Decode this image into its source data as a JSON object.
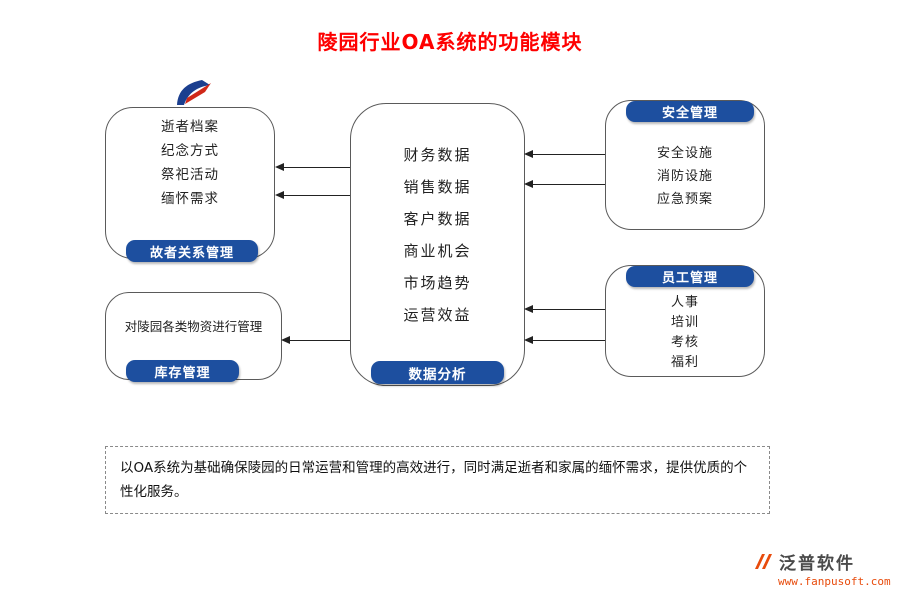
{
  "title": "陵园行业OA系统的功能模块",
  "deceased_box": {
    "items": [
      "逝者档案",
      "纪念方式",
      "祭祀活动",
      "缅怀需求"
    ],
    "label": "故者关系管理"
  },
  "inventory_box": {
    "text": "对陵园各类物资进行管理",
    "label": "库存管理"
  },
  "center_box": {
    "items": [
      "财务数据",
      "销售数据",
      "客户数据",
      "商业机会",
      "市场趋势",
      "运营效益"
    ],
    "label": "数据分析"
  },
  "safety_box": {
    "label": "安全管理",
    "items": [
      "安全设施",
      "消防设施",
      "应急预案"
    ]
  },
  "staff_box": {
    "label": "员工管理",
    "items": [
      "人事",
      "培训",
      "考核",
      "福利"
    ]
  },
  "note": "以OA系统为基础确保陵园的日常运营和管理的高效进行，同时满足逝者和家属的缅怀需求，提供优质的个性化服务。",
  "brand": {
    "name": "泛普软件",
    "url": "www.fanpusoft.com"
  },
  "icons": {
    "deceased_logo": "fanpu-flag-logo-icon",
    "brand_mark": "fanpu-double-slash-icon"
  },
  "colors": {
    "title_red": "#fe0000",
    "pill_blue": "#1d4f9f",
    "brand_orange": "#e84b0c",
    "logo_blue": "#1b3f8f",
    "logo_red": "#d02818"
  }
}
